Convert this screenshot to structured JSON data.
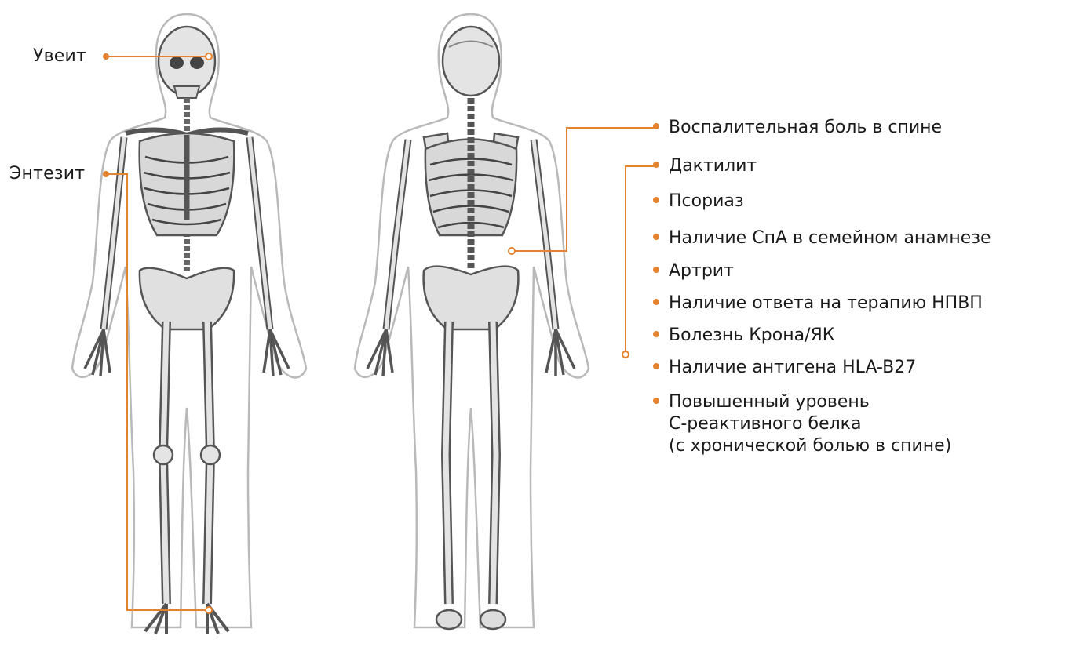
{
  "colors": {
    "accent": "#e5822e",
    "outline": "#b9b9b9",
    "bone": "#e4e4e4",
    "bone_stroke": "#555555"
  },
  "left_labels": {
    "uveitis": "Увеит",
    "enthesitis": "Энтезит"
  },
  "features": [
    "Воспалительная боль в спине",
    "Дактилит",
    "Псориаз",
    "Наличие СпА в семейном анамнезе",
    "Артрит",
    "Наличие ответа на терапию НПВП",
    "Болезнь Крона/ЯК",
    "Наличие антигена HLA-B27"
  ],
  "crp": {
    "line1": "Повышенный уровень",
    "line2": "С-реактивного белка",
    "line3": "(с хронической болью в спине)"
  }
}
